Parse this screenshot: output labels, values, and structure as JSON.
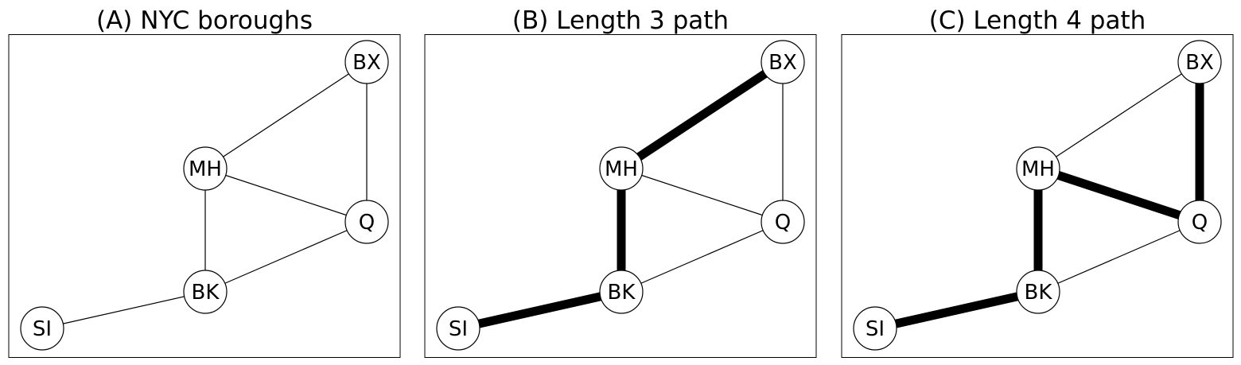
{
  "panels": [
    {
      "title": "(A) NYC boroughs",
      "highlight": []
    },
    {
      "title": "(B) Length 3 path",
      "highlight": [
        [
          "SI",
          "BK"
        ],
        [
          "BK",
          "MH"
        ],
        [
          "MH",
          "BX"
        ]
      ]
    },
    {
      "title": "(C) Length 4 path",
      "highlight": [
        [
          "SI",
          "BK"
        ],
        [
          "BK",
          "MH"
        ],
        [
          "MH",
          "Q"
        ],
        [
          "Q",
          "BX"
        ]
      ]
    }
  ],
  "nodes": [
    "BX",
    "MH",
    "Q",
    "BK",
    "SI"
  ],
  "edges": [
    [
      "MH",
      "BX"
    ],
    [
      "BX",
      "Q"
    ],
    [
      "MH",
      "Q"
    ],
    [
      "MH",
      "BK"
    ],
    [
      "BK",
      "Q"
    ],
    [
      "SI",
      "BK"
    ]
  ],
  "colors": {
    "edge": "#000000",
    "node_fill": "#ffffff",
    "node_stroke": "#000000"
  }
}
